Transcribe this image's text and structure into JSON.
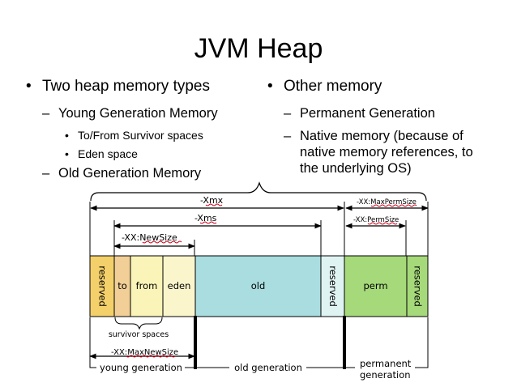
{
  "title": "JVM Heap",
  "left_column": {
    "heading": "Two heap memory types",
    "items": [
      {
        "label": "Young Generation Memory",
        "subitems": [
          "To/From Survivor spaces",
          "Eden space"
        ]
      },
      {
        "label": "Old Generation Memory",
        "subitems": []
      }
    ]
  },
  "right_column": {
    "heading": "Other memory",
    "items": [
      {
        "label": "Permanent Generation"
      },
      {
        "label": "Native memory (because of native memory references, to the underlying OS)"
      }
    ]
  },
  "diagram": {
    "segments": [
      {
        "key": "reserved_young",
        "label": "reserved",
        "color": "#f4d06a",
        "vertical": true
      },
      {
        "key": "to",
        "label": "to",
        "color": "#f2cf96",
        "vertical": false
      },
      {
        "key": "from",
        "label": "from",
        "color": "#fbf4b8",
        "vertical": false
      },
      {
        "key": "eden",
        "label": "eden",
        "color": "#fbf5cc",
        "vertical": false
      },
      {
        "key": "old",
        "label": "old",
        "color": "#a9dde0",
        "vertical": false
      },
      {
        "key": "reserved_old",
        "label": "reserved",
        "color": "#e0f3f3",
        "vertical": true
      },
      {
        "key": "perm",
        "label": "perm",
        "color": "#a6d97a",
        "vertical": false
      },
      {
        "key": "reserved_perm",
        "label": "reserved",
        "color": "#a6d97a",
        "vertical": true
      }
    ],
    "xmx": {
      "prefix": "-",
      "flag": "Xmx"
    },
    "xms": {
      "prefix": "-",
      "flag": "Xms"
    },
    "new_size": {
      "prefix": "-XX:",
      "flag": "NewSize"
    },
    "max_perm_size": {
      "prefix": "-XX:",
      "flag": "MaxPermSize"
    },
    "perm_size": {
      "prefix": "-XX:",
      "flag": "PermSize"
    },
    "max_new_size": {
      "prefix": "-XX:",
      "flag": "MaxNewSize"
    },
    "survivor_label": "survivor spaces",
    "young_label": "young generation",
    "old_label": "old generation",
    "permanent_label_line1": "permanent",
    "permanent_label_line2": "generation",
    "colors": {
      "underline": "#d0021b",
      "stroke": "#000000"
    }
  }
}
